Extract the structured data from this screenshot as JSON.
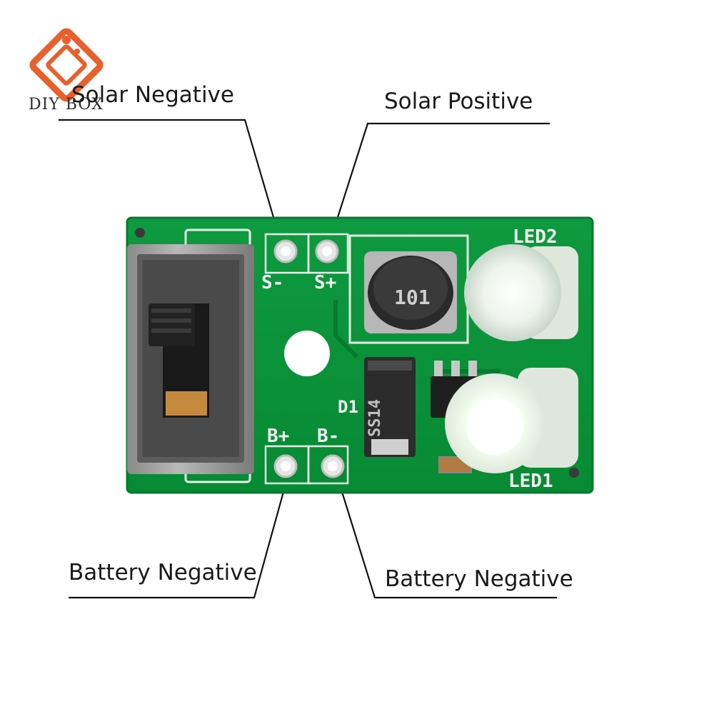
{
  "brand": {
    "name": "DIY BOX",
    "logo": "circuit-logo-icon",
    "accent": "#e8602c"
  },
  "callouts": {
    "solar_negative": "Solar Negative",
    "solar_positive": "Solar Positive",
    "battery_left": "Battery Negative",
    "battery_right": "Battery Negative"
  },
  "silkscreen": {
    "s_minus": "S-",
    "s_plus": "S+",
    "b_plus": "B+",
    "b_minus": "B-",
    "led2": "LED2",
    "led1": "LED1",
    "d1": "D1",
    "inductor": "101",
    "diode": "SS14"
  },
  "colors": {
    "pcb": "#0b8f3a",
    "pcb_dark": "#07702c",
    "silkscreen": "#f2f5f0",
    "line": "#111111"
  }
}
